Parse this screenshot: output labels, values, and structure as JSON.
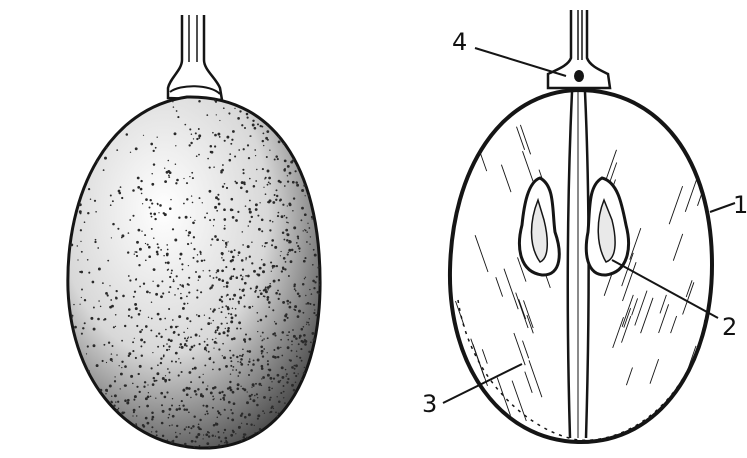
{
  "figure": {
    "ink_color": "#151515",
    "paper_color": "#ffffff",
    "stipple_color": "#2a2a2a",
    "callouts": [
      {
        "label": "4",
        "target": "stalk-junction"
      },
      {
        "label": "1",
        "target": "skin"
      },
      {
        "label": "2",
        "target": "seed"
      },
      {
        "label": "3",
        "target": "flesh"
      }
    ]
  }
}
